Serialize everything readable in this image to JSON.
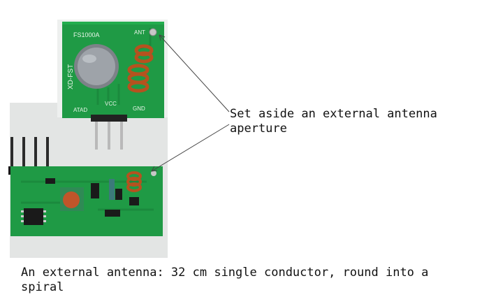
{
  "annotations": {
    "antenna_aperture_line1": "Set aside an external antenna",
    "antenna_aperture_line2": "aperture",
    "external_antenna_line1": "An external antenna: 32 cm single conductor, round into a",
    "external_antenna_line2": "spiral"
  },
  "transmitter_board": {
    "model": "FS1000A",
    "ant_label": "ANT",
    "maker_label": "XD-FST",
    "pin_labels": [
      "ATAD",
      "VCC",
      "GND"
    ]
  },
  "colors": {
    "pcb_green": "#1f9a45",
    "background": "#ffffff",
    "coil_copper": "#b5521f"
  }
}
